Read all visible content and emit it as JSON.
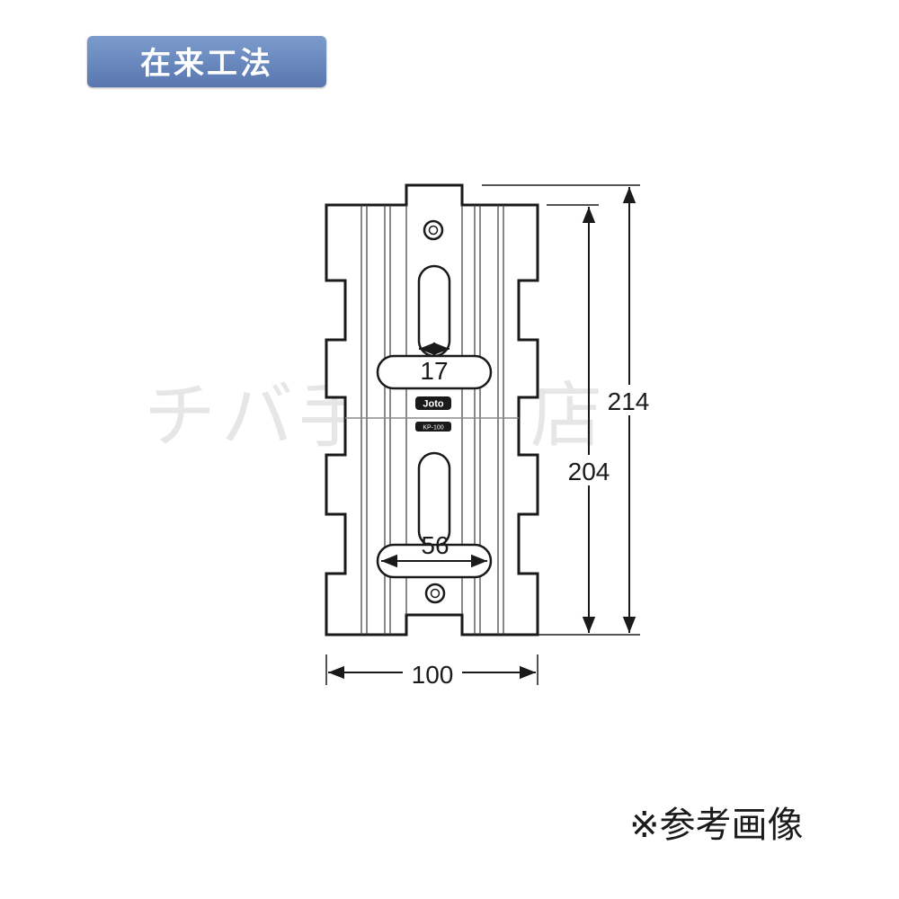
{
  "header": {
    "label": "在来工法"
  },
  "watermark": {
    "text": "チバ手金物店"
  },
  "part": {
    "brand_mark": "Joto",
    "model_mark": "KP-100"
  },
  "dimensions": {
    "total_height": "214",
    "body_height": "204",
    "width": "100",
    "slot_width": "17",
    "slot_length": "56"
  },
  "footer": {
    "note": "※参考画像"
  },
  "colors": {
    "badge": "#6a88bf",
    "part_fill": "#ffffff",
    "line": "#1a1a1a"
  }
}
